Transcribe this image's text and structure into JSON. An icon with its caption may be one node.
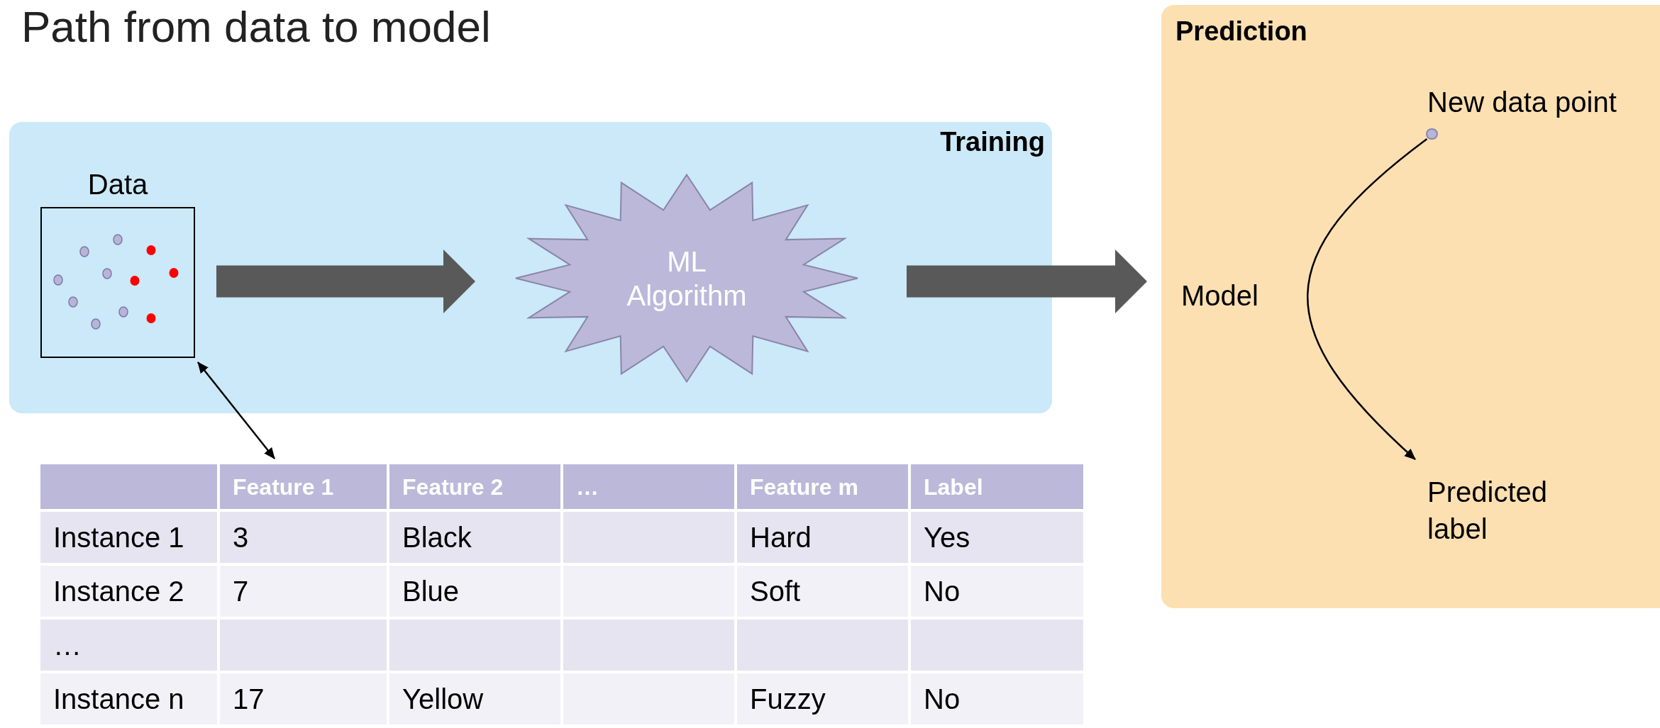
{
  "diagram": {
    "title": "Path from data to model",
    "nodes": [
      {
        "text": [
          "Training"
        ]
      },
      {
        "text": [
          "Data"
        ],
        "in": 0
      },
      {
        "text": [
          "ML Algorithm"
        ],
        "in": 0
      },
      {
        "text": [
          "Prediction"
        ]
      },
      {
        "text": [],
        "shape": "circle",
        "beside": [
          "New data point"
        ],
        "in": 3
      },
      {
        "text": [
          "Predicted label"
        ],
        "in": 3
      },
      {
        "text": [],
        "shape": "box"
      }
    ],
    "edges": [
      {
        "from": 1,
        "to": 2,
        "arrow": "to",
        "style": "thick",
        "color": "#595959"
      },
      {
        "from": 2,
        "to": 3,
        "arrow": "to",
        "style": "thick",
        "color": "#595959"
      },
      {
        "from": 1,
        "to": 6,
        "arrow": "both"
      },
      {
        "from": 4,
        "to": 5,
        "arrow": "to"
      }
    ],
    "labels": [
      "Model",
      "Feature 1",
      "Feature 2",
      "…",
      "Feature m",
      "Label",
      "Instance 1",
      "3",
      "Black",
      "Hard",
      "Yes",
      "Instance 2",
      "7",
      "Blue",
      "Soft",
      "No",
      "…",
      "Instance n",
      "17",
      "Yellow",
      "Fuzzy",
      "No"
    ]
  }
}
